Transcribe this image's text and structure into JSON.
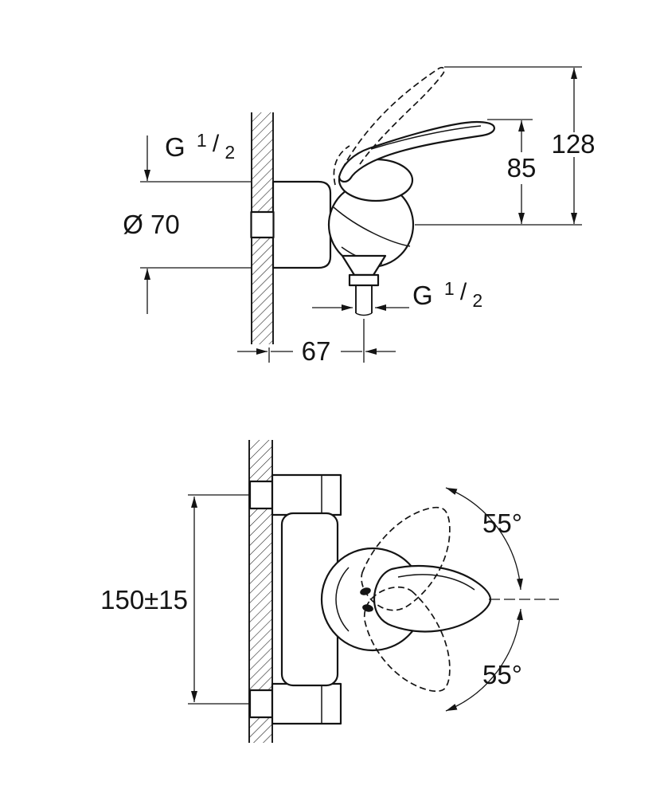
{
  "meta": {
    "background": "#ffffff",
    "line_color": "#141414",
    "drawing_kind": "dimensioned technical drawing, two views of a wall-mounted single-lever mixer"
  },
  "top_view": {
    "inlet_thread": {
      "prefix": "G",
      "numerator": "1",
      "slash": "/",
      "denominator": "2"
    },
    "escutcheon_diameter": "Ø 70",
    "total_height": "128",
    "handle_height": "85",
    "hose_thread": {
      "prefix": "G",
      "numerator": "1",
      "slash": "/",
      "denominator": "2"
    },
    "wall_to_hose_outlet": "67"
  },
  "front_view": {
    "pipe_center_distance": "150±15",
    "handle_swing_up": "55°",
    "handle_swing_down": "55°"
  }
}
